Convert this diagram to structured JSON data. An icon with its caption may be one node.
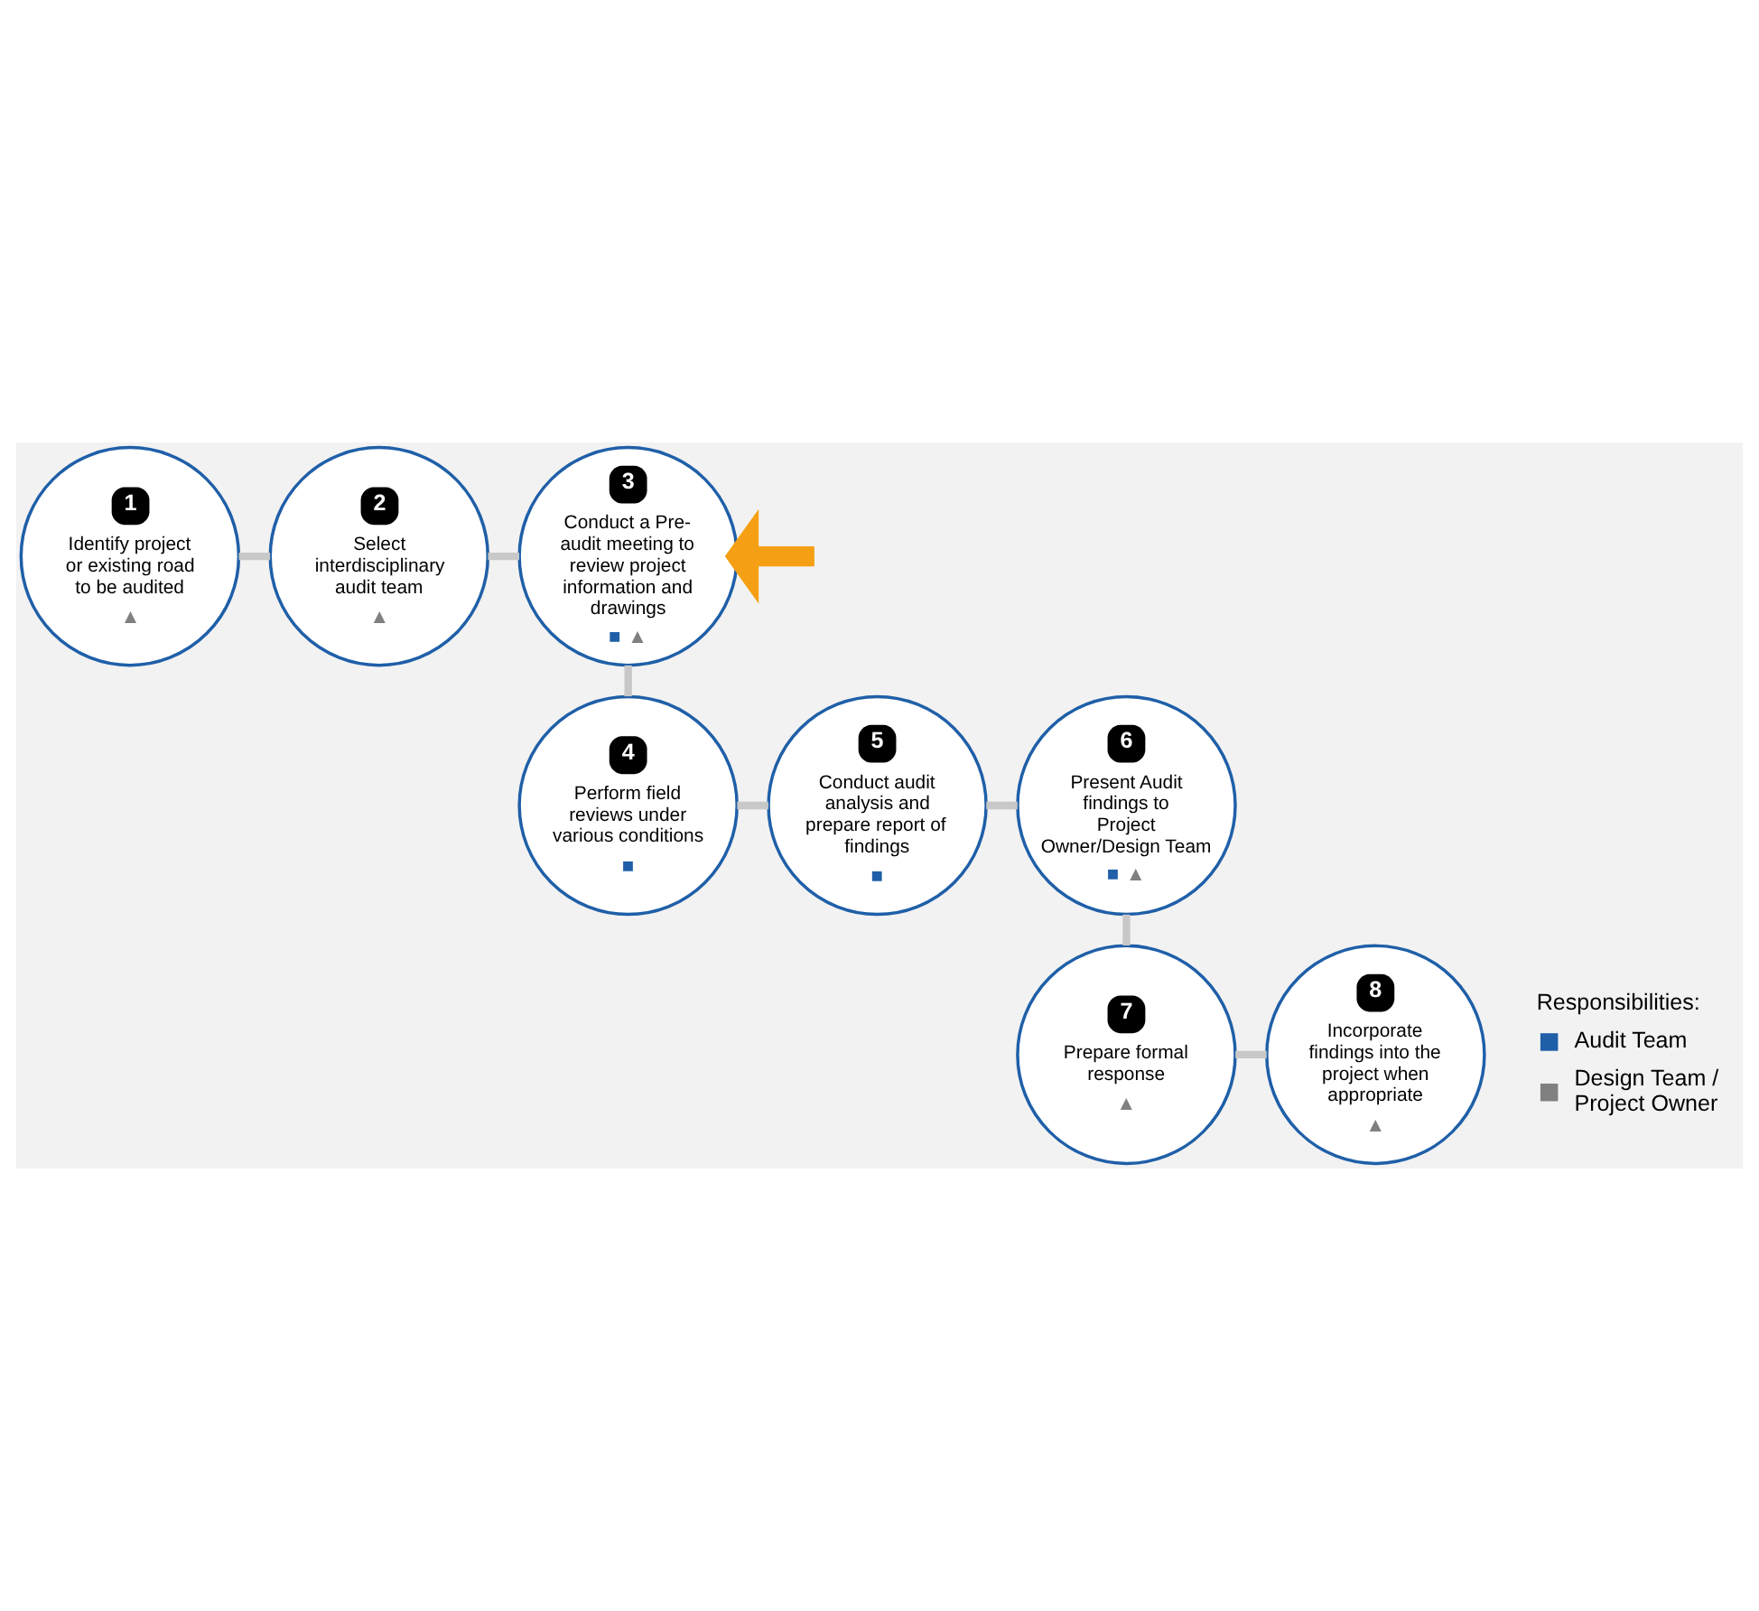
{
  "diagram": {
    "nodes": [
      {
        "text": [
          "1",
          "Identify project or existing road to be audited",
          "▲"
        ]
      },
      {
        "text": [
          "2",
          "Select interdisciplinary audit team",
          "▲"
        ]
      },
      {
        "text": [
          "3",
          "Conduct a Pre-audit meeting to review project information and drawings",
          "■",
          "▲"
        ]
      },
      {
        "text": [
          "4",
          "Perform field reviews under various conditions",
          "■"
        ]
      },
      {
        "text": [
          "5",
          "Conduct audit analysis and prepare report of findings",
          "■"
        ]
      },
      {
        "text": [
          "6",
          "Present Audit findings to Project Owner/Design Team",
          "■",
          "▲"
        ]
      },
      {
        "text": [
          "7",
          "Prepare formal response",
          "▲"
        ]
      },
      {
        "text": [
          "8",
          "Incorporate findings into the project when appropriate",
          "▲"
        ]
      }
    ],
    "edges": [
      {
        "from": 0,
        "to": 1,
        "arrow": "none"
      },
      {
        "from": 1,
        "to": 2,
        "arrow": "none"
      },
      {
        "from": 2,
        "to": 3,
        "arrow": "none"
      },
      {
        "from": 3,
        "to": 4,
        "arrow": "none"
      },
      {
        "from": 4,
        "to": 5,
        "arrow": "none"
      },
      {
        "from": 5,
        "to": 6,
        "arrow": "none"
      },
      {
        "from": 6,
        "to": 7,
        "arrow": "none"
      },
      {
        "from": null,
        "to": 2,
        "arrow": "to",
        "style": "thick",
        "color": "#f5a014"
      }
    ],
    "labels": [
      "Responsibilities:"
    ],
    "legend": [
      {
        "text": "Audit Team",
        "color": "#1f5fa8"
      },
      {
        "text": "Design Team / Project Owner",
        "color": "#808080"
      }
    ]
  }
}
